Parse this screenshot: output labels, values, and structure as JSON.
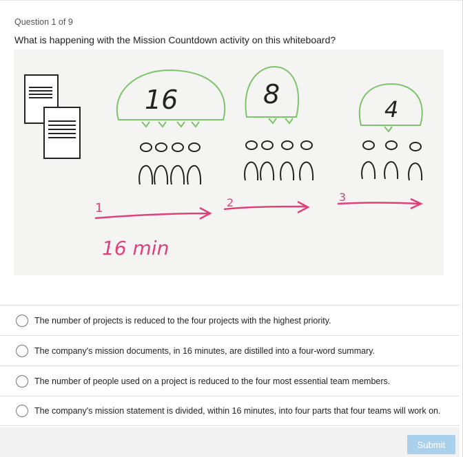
{
  "quiz": {
    "counter": "Question 1 of 9",
    "prompt": "What is happening with the Mission Countdown activity on this whiteboard?"
  },
  "whiteboard": {
    "bubbles": [
      "16",
      "8",
      "4"
    ],
    "steps": [
      "1",
      "2",
      "3"
    ],
    "duration": "16 min",
    "colors": {
      "bubble": "#7cc46a",
      "arrows": "#e0407a",
      "ink": "#222222"
    }
  },
  "options": [
    "The number of projects is reduced to the four projects with the highest priority.",
    "The company's mission documents, in 16 minutes, are distilled into a four-word summary.",
    "The number of people used on a project is reduced to the four most essential team members.",
    "The company's mission statement is divided, within 16 minutes, into four parts that four teams will work on."
  ],
  "submit_label": "Submit",
  "colors": {
    "submit_bg": "#a9d1ec"
  }
}
